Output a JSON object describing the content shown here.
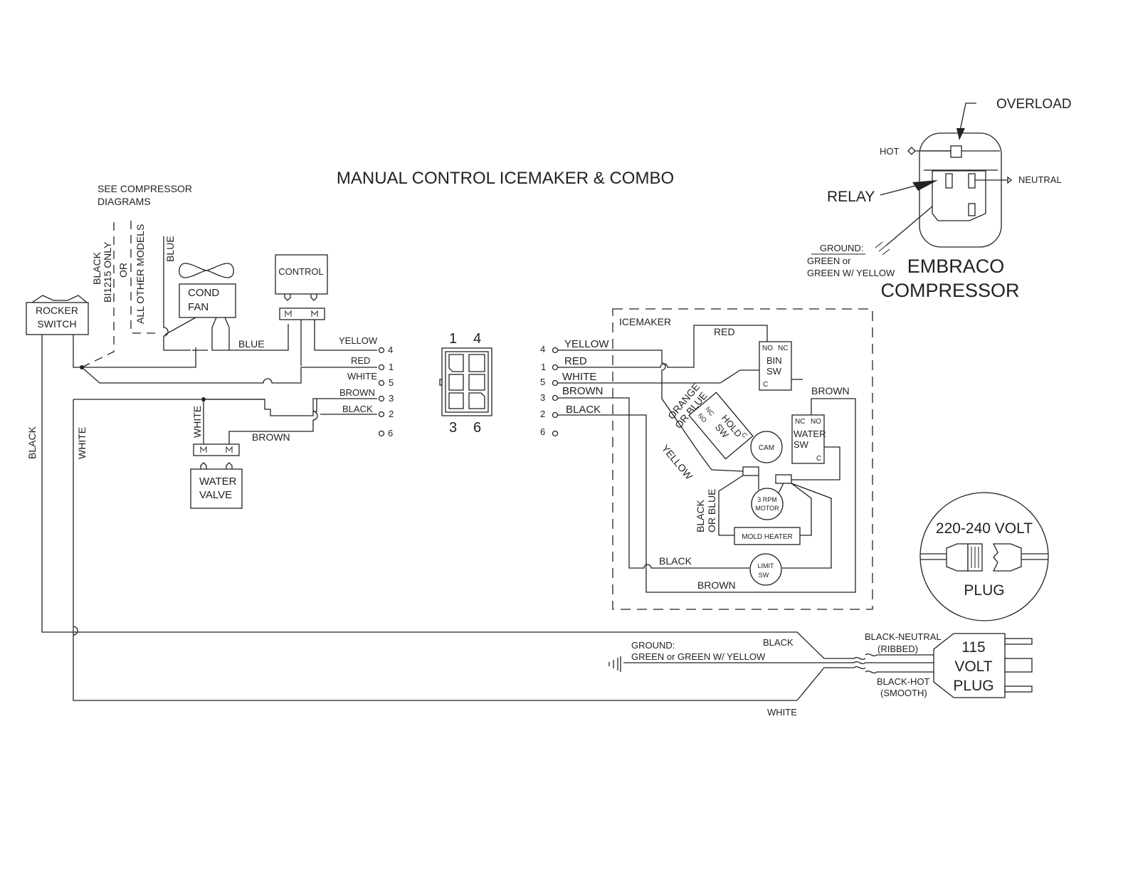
{
  "title": "MANUAL CONTROL ICEMAKER & COMBO",
  "note": [
    "SEE COMPRESSOR",
    "DIAGRAMS"
  ],
  "compressor": {
    "name": [
      "EMBRACO",
      "COMPRESSOR"
    ],
    "overload": "OVERLOAD",
    "relay": "RELAY",
    "hot": "HOT",
    "neutral": "NEUTRAL",
    "ground": [
      "GROUND:",
      "GREEN or",
      "GREEN W/ YELLOW"
    ]
  },
  "components": {
    "rocker_switch": [
      "ROCKER",
      "SWITCH"
    ],
    "cond_fan": [
      "COND",
      "FAN"
    ],
    "control": "CONTROL",
    "water_valve": [
      "WATER",
      "VALVE"
    ],
    "icemaker": "ICEMAKER",
    "bin_sw": [
      "BIN",
      "SW"
    ],
    "hold_sw": [
      "HOLD",
      "SW"
    ],
    "water_sw": [
      "WATER",
      "SW"
    ],
    "cam": "CAM",
    "motor": [
      "3 RPM",
      "MOTOR"
    ],
    "mold_heater": "MOLD HEATER",
    "limit_sw": [
      "LIMIT",
      "SW"
    ],
    "nc": "NC",
    "no": "NO",
    "c": "C"
  },
  "wire_labels": {
    "black_models": [
      "BLACK",
      "BI1215 ONLY"
    ],
    "or": "OR",
    "all_other": "ALL OTHER MODELS",
    "blue": "BLUE",
    "white": "WHITE",
    "brown": "BROWN",
    "black": "BLACK",
    "red": "RED",
    "yellow": "YELLOW",
    "orange_blue": [
      "ORANGE",
      "OR BLUE"
    ],
    "black_blue": [
      "BLACK",
      "OR BLUE"
    ]
  },
  "connector": {
    "top": [
      "1",
      "4"
    ],
    "bottom": [
      "3",
      "6"
    ],
    "left_pins": [
      {
        "num": "4",
        "label": "YELLOW"
      },
      {
        "num": "1",
        "label": "RED"
      },
      {
        "num": "5",
        "label": "WHITE"
      },
      {
        "num": "3",
        "label": "BROWN"
      },
      {
        "num": "2",
        "label": "BLACK"
      },
      {
        "num": "6",
        "label": ""
      }
    ],
    "right_pins": [
      {
        "num": "4",
        "label": "YELLOW"
      },
      {
        "num": "1",
        "label": "RED"
      },
      {
        "num": "5",
        "label": "WHITE"
      },
      {
        "num": "3",
        "label": "BROWN"
      },
      {
        "num": "2",
        "label": "BLACK"
      },
      {
        "num": "6",
        "label": ""
      }
    ]
  },
  "power": {
    "plug_220": [
      "220-240 VOLT",
      "PLUG"
    ],
    "plug_115": [
      "115",
      "VOLT",
      "PLUG"
    ],
    "black_neutral": [
      "BLACK-NEUTRAL",
      "(RIBBED)"
    ],
    "black_hot": [
      "BLACK-HOT",
      "(SMOOTH)"
    ],
    "ground": [
      "GROUND:",
      "GREEN  or GREEN W/ YELLOW"
    ],
    "black": "BLACK",
    "white": "WHITE"
  }
}
